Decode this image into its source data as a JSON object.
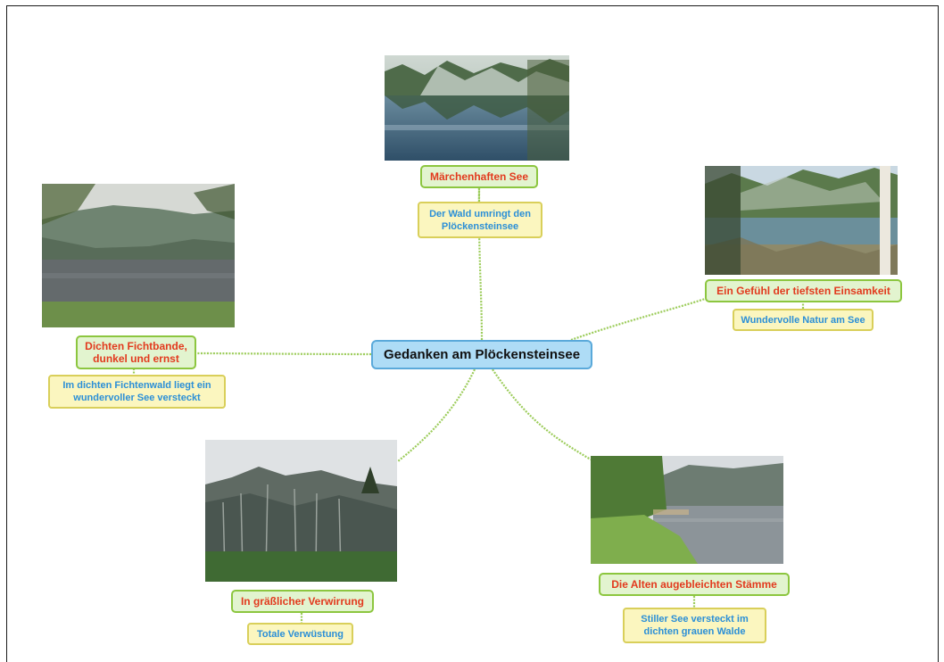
{
  "center": {
    "label": "Gedanken am Plöckensteinsee"
  },
  "nodes": {
    "top": {
      "title": "Märchenhaften See",
      "note": "Der Wald umringt den Plöckensteinsee"
    },
    "right": {
      "title": "Ein Gefühl der tiefsten Einsamkeit",
      "note": "Wundervolle Natur am See"
    },
    "left": {
      "title": "Dichten Fichtbande, dunkel und ernst",
      "note": "Im dichten Fichtenwald liegt ein wundervoller See versteckt"
    },
    "bottom_left": {
      "title": "In gräßlicher Verwirrung",
      "note": "Totale Verwüstung"
    },
    "bottom_right": {
      "title": "Die Alten augebleichten Stämme",
      "note": "Stiller See versteckt im dichten grauen Walde"
    }
  },
  "colors": {
    "title_text": "#e23a1e",
    "title_fill": "#e2f4cf",
    "title_border": "#8cc63f",
    "note_text": "#2b8fd7",
    "note_fill": "#fbf6bf",
    "note_border": "#d9cf5a",
    "center_fill": "#aedcf6",
    "center_border": "#5aa9da",
    "link": "#9ccc5a"
  }
}
